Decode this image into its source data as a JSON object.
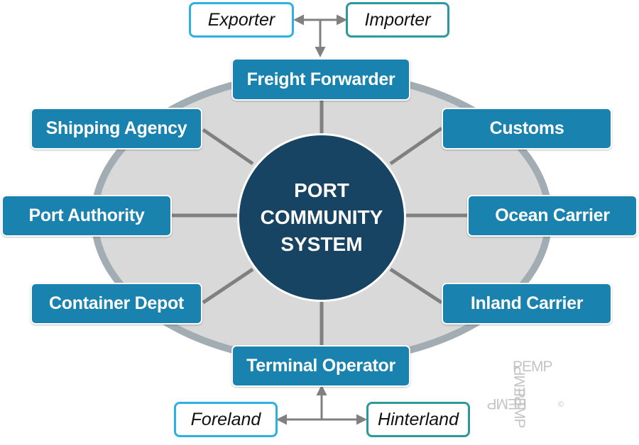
{
  "center": {
    "lines": [
      "PORT",
      "COMMUNITY",
      "SYSTEM"
    ]
  },
  "nodes": {
    "freight_forwarder": "Freight Forwarder",
    "shipping_agency": "Shipping Agency",
    "customs": "Customs",
    "port_authority": "Port Authority",
    "ocean_carrier": "Ocean Carrier",
    "container_depot": "Container Depot",
    "inland_carrier": "Inland Carrier",
    "terminal_operator": "Terminal Operator"
  },
  "external": {
    "exporter": "Exporter",
    "importer": "Importer",
    "foreland": "Foreland",
    "hinterland": "Hinterland"
  },
  "watermark": {
    "text": "PEMP",
    "copyright": "©"
  },
  "colors": {
    "node_fill": "#1a82ae",
    "center_fill": "#164462",
    "ellipse_fill": "#d9d9d9",
    "ellipse_ring": "#a2adb3",
    "connector": "#808080",
    "external_blue": "#2db0e3",
    "external_teal": "#2a9a9a"
  }
}
